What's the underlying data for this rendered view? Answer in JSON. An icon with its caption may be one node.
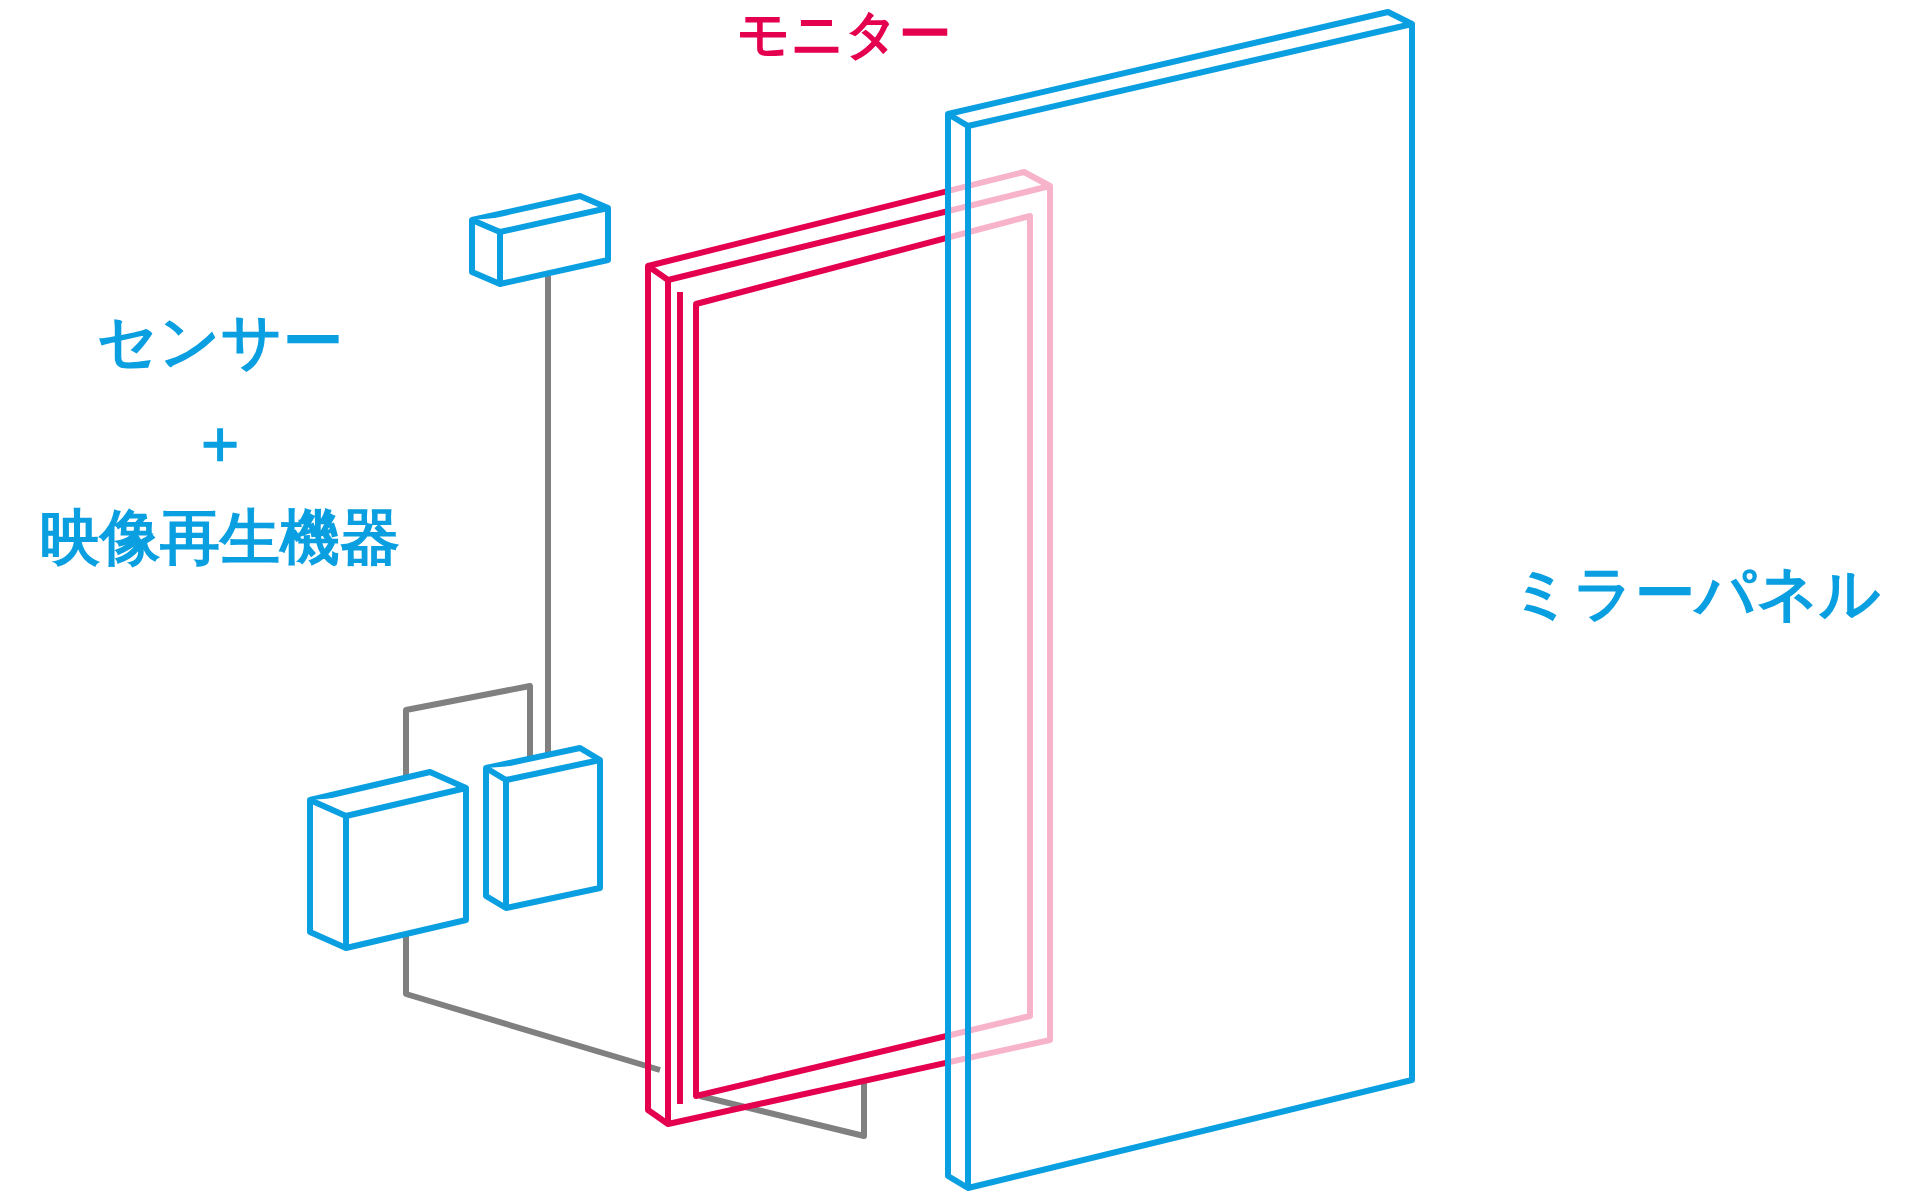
{
  "diagram": {
    "labels": [
      "モニター",
      "センサー",
      "＋",
      "映像再生機器",
      "ミラーパネル"
    ]
  }
}
